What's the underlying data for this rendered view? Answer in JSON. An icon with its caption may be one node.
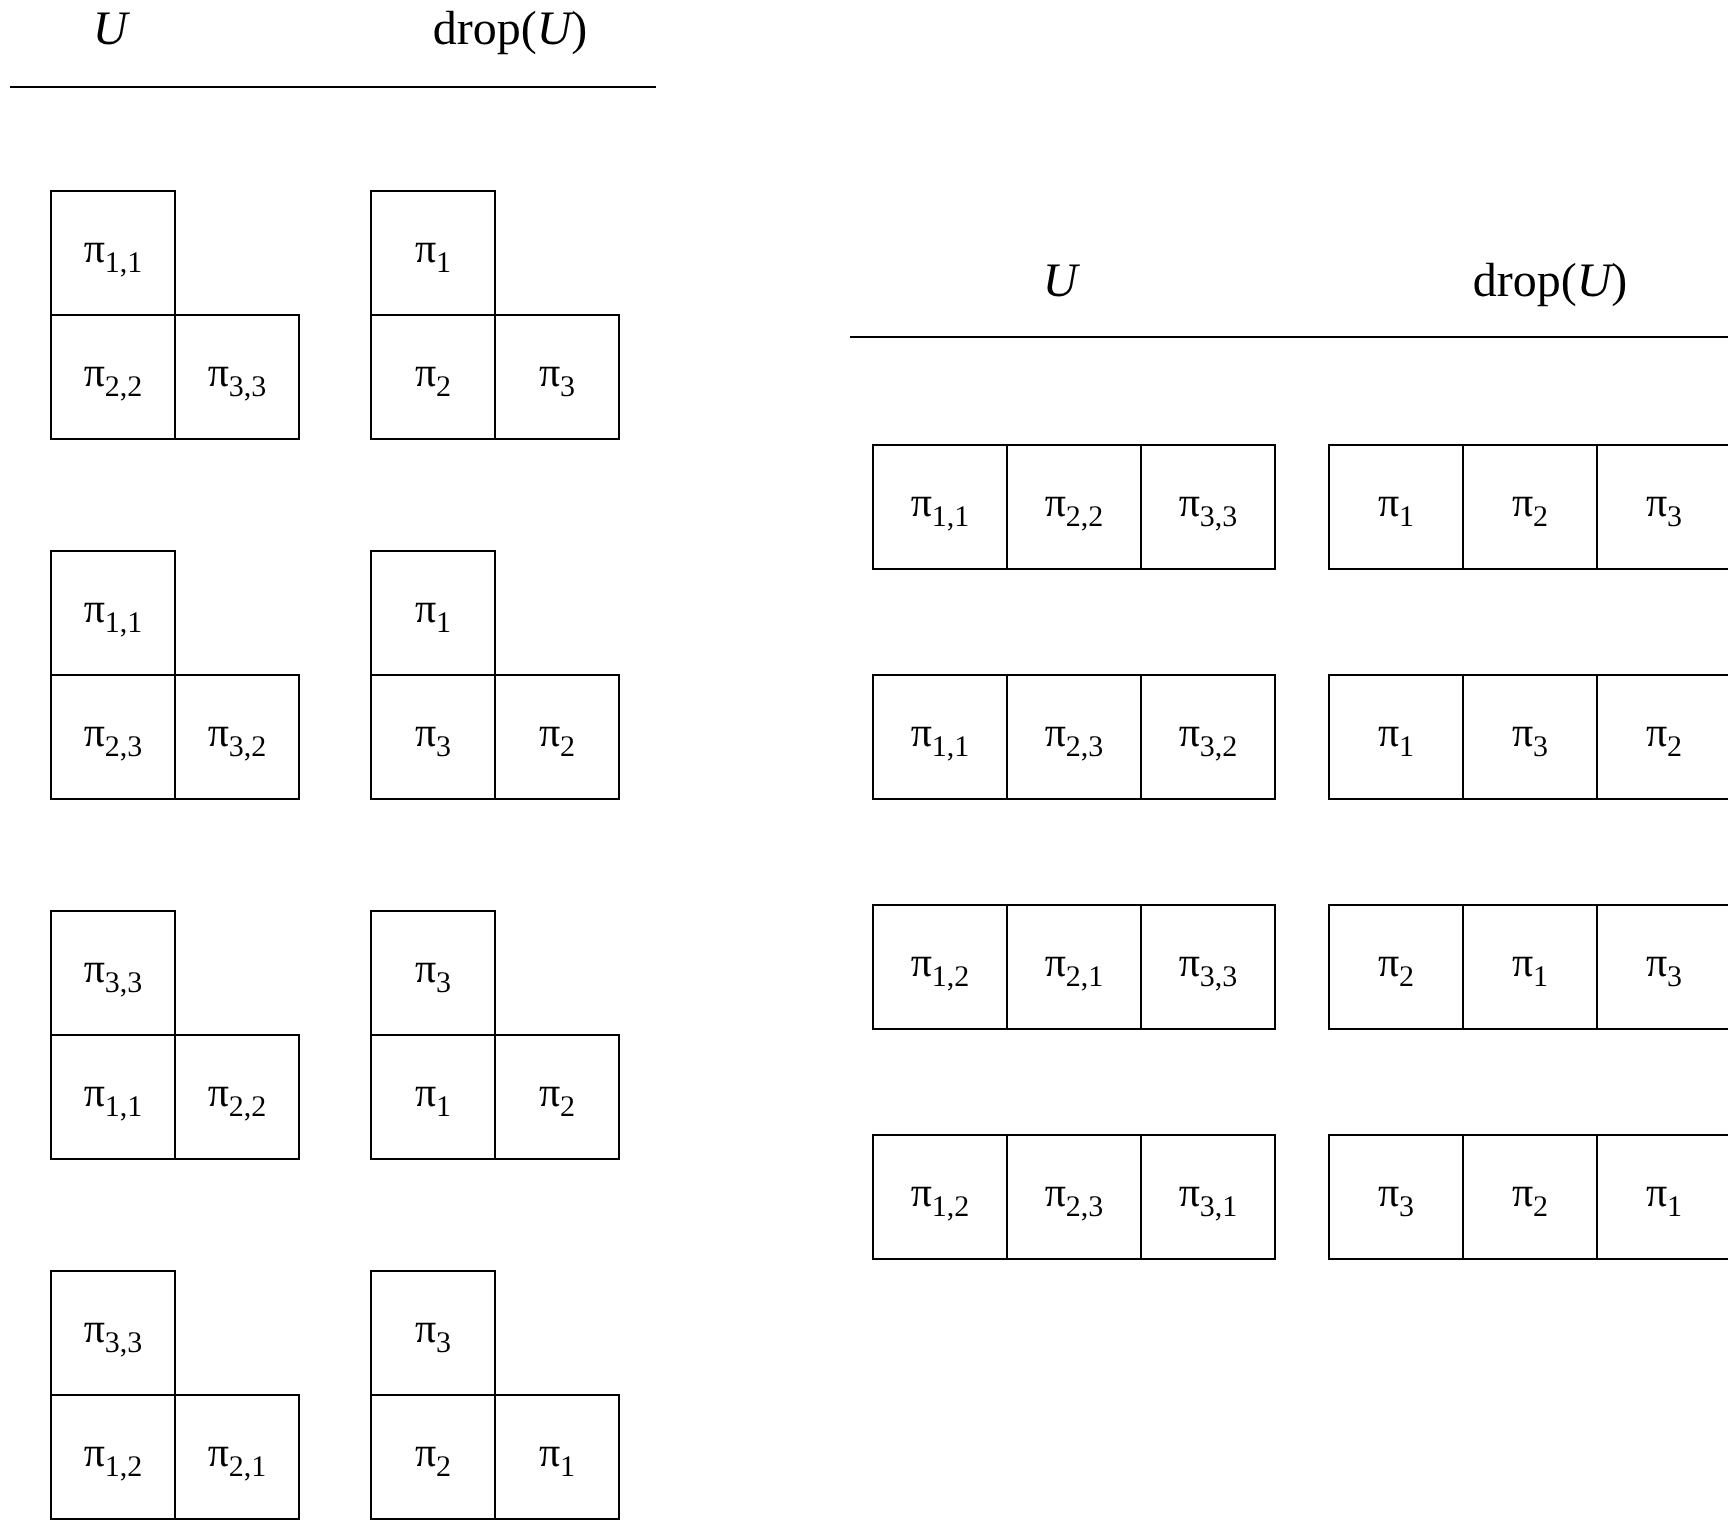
{
  "diagram": {
    "labels": [
      "*U*",
      "drop(*U*)",
      "π$_{1,1}$",
      "π$_{1}$",
      "π$_{2,2}$",
      "π$_{3,3}$",
      "π$_{2}$",
      "π$_{3}$",
      "π$_{1,1}$",
      "π$_{1}$",
      "π$_{2,3}$",
      "π$_{3,2}$",
      "π$_{3}$",
      "π$_{2}$",
      "π$_{3,3}$",
      "π$_{3}$",
      "π$_{1,1}$",
      "π$_{2,2}$",
      "π$_{1}$",
      "π$_{2}$",
      "π$_{3,3}$",
      "π$_{3}$",
      "π$_{1,2}$",
      "π$_{2,1}$",
      "π$_{2}$",
      "π$_{1}$",
      "*U*",
      "drop(*U*)",
      "π$_{1,1}$",
      "π$_{2,2}$",
      "π$_{3,3}$",
      "π$_{1}$",
      "π$_{2}$",
      "π$_{3}$",
      "π$_{1,1}$",
      "π$_{2,3}$",
      "π$_{3,2}$",
      "π$_{1}$",
      "π$_{3}$",
      "π$_{2}$",
      "π$_{1,2}$",
      "π$_{2,1}$",
      "π$_{3,3}$",
      "π$_{2}$",
      "π$_{1}$",
      "π$_{3}$",
      "π$_{1,2}$",
      "π$_{2,3}$",
      "π$_{3,1}$",
      "π$_{3}$",
      "π$_{2}$",
      "π$_{1}$"
    ]
  }
}
